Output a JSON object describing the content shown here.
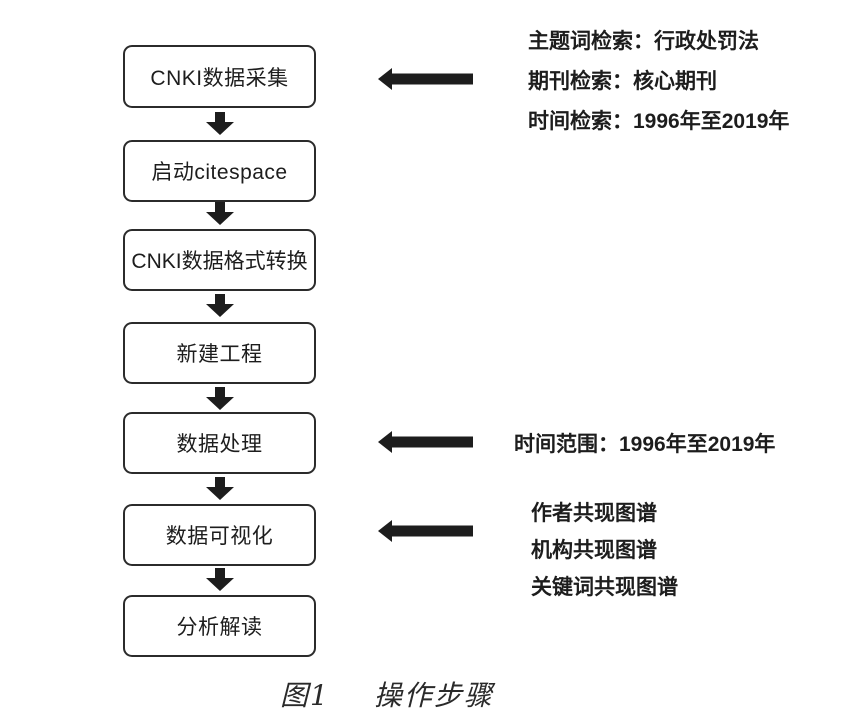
{
  "flow": {
    "steps": [
      {
        "label": "CNKI数据采集"
      },
      {
        "label": "启动citespace"
      },
      {
        "label": "CNKI数据格式转换"
      },
      {
        "label": "新建工程"
      },
      {
        "label": "数据处理"
      },
      {
        "label": "数据可视化"
      },
      {
        "label": "分析解读"
      }
    ]
  },
  "annotations": {
    "retrieval_criteria": {
      "lines": [
        "主题词检索：行政处罚法",
        "期刊检索：核心期刊",
        "时间检索：1996年至2019年"
      ]
    },
    "time_range": {
      "lines": [
        "时间范围：1996年至2019年"
      ]
    },
    "cooccurrence_maps": {
      "lines": [
        "作者共现图谱",
        "机构共现图谱",
        "关键词共现图谱"
      ]
    }
  },
  "caption": {
    "figure_number": "图1",
    "title": "操作步骤"
  },
  "icons": {
    "down_arrow": "down-arrow-icon",
    "left_arrow": "left-arrow-icon"
  },
  "colors": {
    "ink": "#1d1d1d",
    "box_border": "#2b2b2b",
    "background": "#ffffff"
  }
}
